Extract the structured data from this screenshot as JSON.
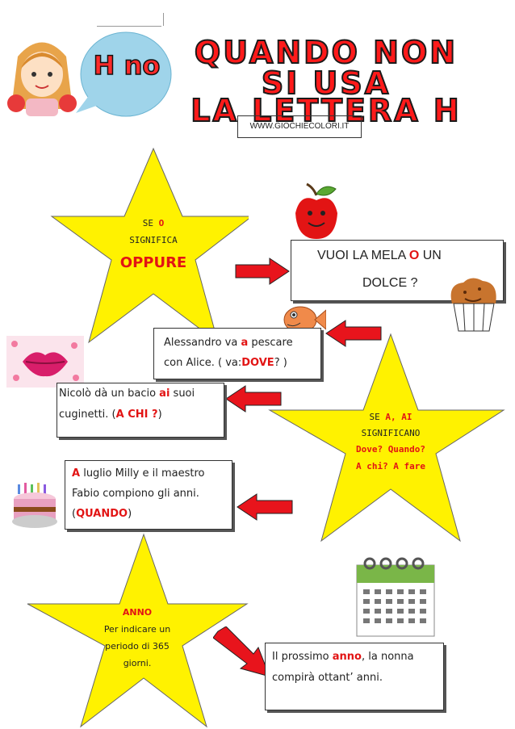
{
  "header": {
    "badge_text": "H no",
    "title_lines": [
      "QUANDO NON",
      "SI USA",
      "LA LETTERA H"
    ],
    "website": "WWW.GIOCHIECOLORI.IT"
  },
  "star_o": {
    "line1_prefix": "SE",
    "line1_letter": "O",
    "line2": "SIGNIFICA",
    "line3": "OPPURE"
  },
  "box_mela": {
    "part1": "VUOI LA MELA",
    "letter": "O",
    "part2": "UN",
    "line2": "DOLCE ?"
  },
  "box_pescare": {
    "line1_pre": "Alessandro va",
    "line1_word": "a",
    "line1_post": "pescare",
    "line2_pre": "con Alice. ( va:",
    "line2_word": "DOVE",
    "line2_post": "? )"
  },
  "box_bacio": {
    "line1_pre": "Nicolò dà un bacio",
    "line1_word": "ai",
    "line1_post": "suoi",
    "line2_pre": "cuginetti. (",
    "line2_word": "A CHI ?",
    "line2_post": ")"
  },
  "star_a": {
    "line1_prefix": "SE",
    "line1_letters": "A, AI",
    "line2": "SIGNIFICANO",
    "line3": "Dove? Quando?",
    "line4": "A chi? A fare"
  },
  "box_luglio": {
    "line1_word": "A",
    "line1_post": "luglio Milly e il maestro",
    "line2": "Fabio compiono gli anni.",
    "line3_pre": "(",
    "line3_word": "QUANDO",
    "line3_post": ")"
  },
  "star_anno": {
    "line1": "ANNO",
    "line2": "Per indicare un",
    "line3": "periodo di 365",
    "line4": "giorni."
  },
  "box_anno": {
    "line1_pre": "Il prossimo",
    "line1_word": "anno",
    "line1_post": ", la nonna",
    "line2": "compirà ottant’ anni."
  },
  "colors": {
    "star_fill": "#fff200",
    "arrow_red": "#e8141c",
    "title_red": "#ff1a1a",
    "bubble_blue": "#9fd4ea"
  }
}
